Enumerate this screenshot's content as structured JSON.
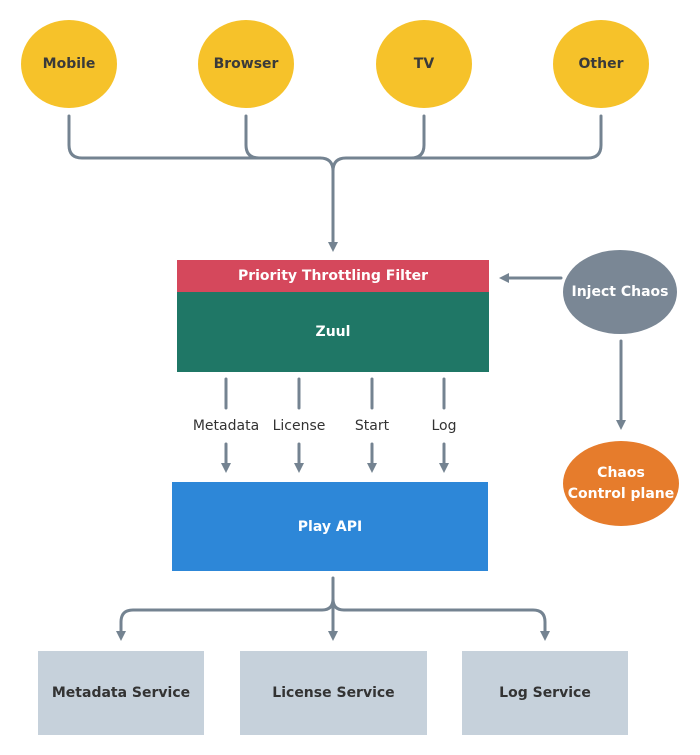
{
  "diagram": {
    "clients": [
      {
        "id": "mobile",
        "label": "Mobile"
      },
      {
        "id": "browser",
        "label": "Browser"
      },
      {
        "id": "tv",
        "label": "TV"
      },
      {
        "id": "other",
        "label": "Other"
      }
    ],
    "gateway": {
      "filter_label": "Priority Throttling Filter",
      "zuul_label": "Zuul"
    },
    "routes": [
      {
        "id": "metadata",
        "label": "Metadata"
      },
      {
        "id": "license",
        "label": "License"
      },
      {
        "id": "start",
        "label": "Start"
      },
      {
        "id": "log",
        "label": "Log"
      }
    ],
    "play_api": {
      "label": "Play API"
    },
    "services": [
      {
        "id": "metadata-service",
        "label": "Metadata Service"
      },
      {
        "id": "license-service",
        "label": "License Service"
      },
      {
        "id": "log-service",
        "label": "Log Service"
      }
    ],
    "chaos": {
      "inject_label": "Inject Chaos",
      "control_plane_label": "Chaos\nControl plane"
    },
    "colors": {
      "client": "#f6c22a",
      "filter": "#d5485c",
      "zuul": "#1f7766",
      "play_api": "#2d87d8",
      "service": "#c6d1db",
      "inject_chaos": "#7a8795",
      "control_plane": "#e67c2c",
      "connector": "#748391"
    }
  }
}
